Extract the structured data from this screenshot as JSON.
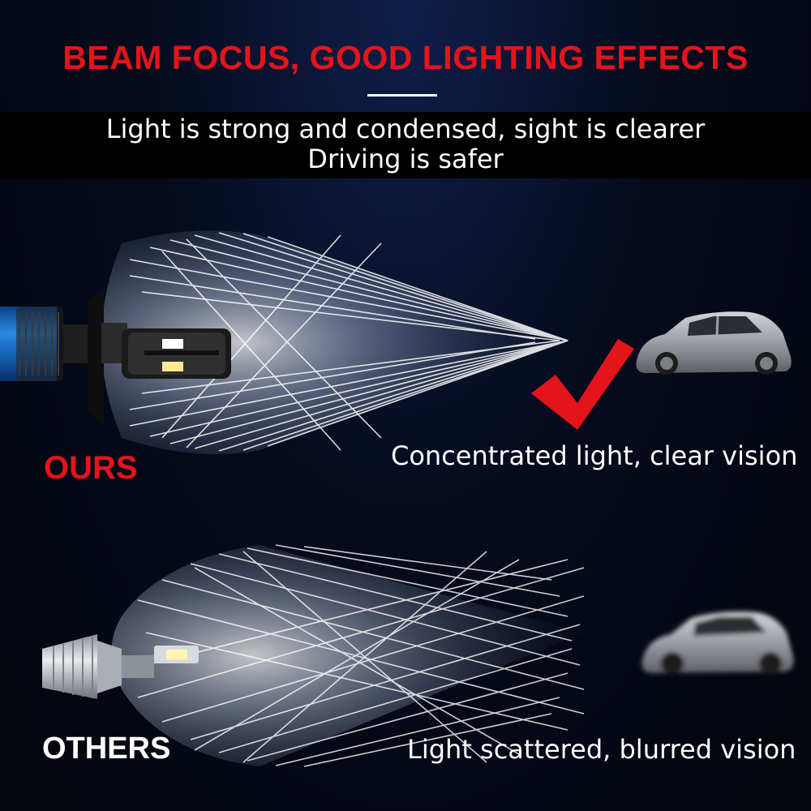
{
  "headline": "BEAM FOCUS, GOOD LIGHTING EFFECTS",
  "subtitle_line1": "Light is strong and condensed, sight is clearer",
  "subtitle_line2": "Driving is safer",
  "ours": {
    "label": "OURS",
    "caption": "Concentrated light, clear vision",
    "check_icon": "check-mark-icon",
    "check_color": "#e5141b"
  },
  "others": {
    "label": "OTHERS",
    "caption": "Light scattered, blurred vision"
  },
  "colors": {
    "accent_red": "#e5141b",
    "bulb_blue": "#1a74c9",
    "text_white": "#ffffff"
  }
}
